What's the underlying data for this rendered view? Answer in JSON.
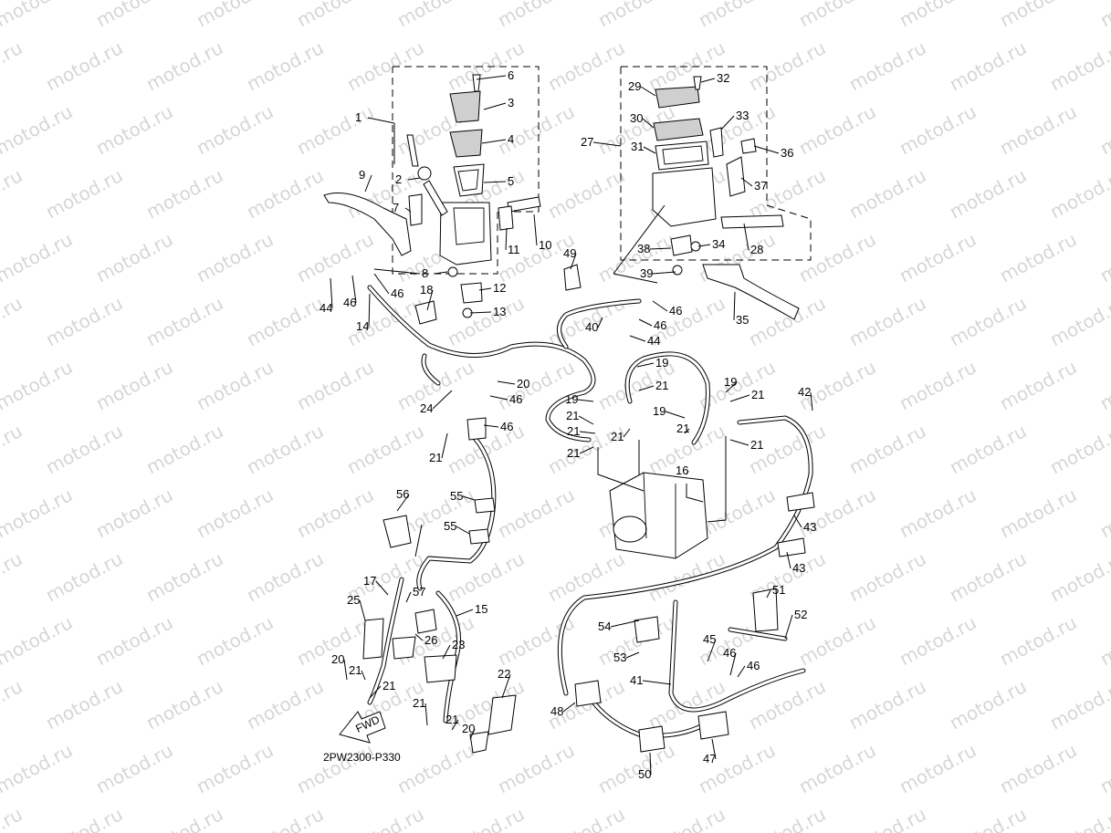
{
  "diagram": {
    "watermark_text": "motod.ru",
    "diagram_code": "2PW2300-P330",
    "fwd_label": "FWD",
    "part_numbers": [
      "1",
      "2",
      "3",
      "4",
      "5",
      "6",
      "7",
      "8",
      "9",
      "10",
      "11",
      "12",
      "13",
      "14",
      "15",
      "16",
      "17",
      "18",
      "19",
      "20",
      "21",
      "22",
      "23",
      "24",
      "25",
      "26",
      "27",
      "28",
      "29",
      "30",
      "31",
      "32",
      "33",
      "34",
      "35",
      "36",
      "37",
      "38",
      "39",
      "40",
      "41",
      "42",
      "43",
      "44",
      "45",
      "46",
      "47",
      "48",
      "49",
      "50",
      "51",
      "52",
      "53",
      "54",
      "55",
      "56",
      "57"
    ],
    "callouts": [
      {
        "n": "6"
      },
      {
        "n": "3"
      },
      {
        "n": "1"
      },
      {
        "n": "4"
      },
      {
        "n": "2"
      },
      {
        "n": "5"
      },
      {
        "n": "9"
      },
      {
        "n": "7"
      },
      {
        "n": "10"
      },
      {
        "n": "11"
      },
      {
        "n": "8"
      },
      {
        "n": "12"
      },
      {
        "n": "44"
      },
      {
        "n": "46"
      },
      {
        "n": "46"
      },
      {
        "n": "18"
      },
      {
        "n": "14"
      },
      {
        "n": "13"
      },
      {
        "n": "29"
      },
      {
        "n": "32"
      },
      {
        "n": "30"
      },
      {
        "n": "33"
      },
      {
        "n": "27"
      },
      {
        "n": "31"
      },
      {
        "n": "36"
      },
      {
        "n": "37"
      },
      {
        "n": "38"
      },
      {
        "n": "34"
      },
      {
        "n": "28"
      },
      {
        "n": "39"
      },
      {
        "n": "49"
      },
      {
        "n": "46"
      },
      {
        "n": "40"
      },
      {
        "n": "46"
      },
      {
        "n": "35"
      },
      {
        "n": "44"
      },
      {
        "n": "19"
      },
      {
        "n": "20"
      },
      {
        "n": "21"
      },
      {
        "n": "46"
      },
      {
        "n": "24"
      },
      {
        "n": "19"
      },
      {
        "n": "19"
      },
      {
        "n": "42"
      },
      {
        "n": "21"
      },
      {
        "n": "21"
      },
      {
        "n": "19"
      },
      {
        "n": "46"
      },
      {
        "n": "21"
      },
      {
        "n": "21"
      },
      {
        "n": "21"
      },
      {
        "n": "21"
      },
      {
        "n": "16"
      },
      {
        "n": "21"
      },
      {
        "n": "21"
      },
      {
        "n": "56"
      },
      {
        "n": "55"
      },
      {
        "n": "43"
      },
      {
        "n": "55"
      },
      {
        "n": "43"
      },
      {
        "n": "17"
      },
      {
        "n": "57"
      },
      {
        "n": "15"
      },
      {
        "n": "25"
      },
      {
        "n": "51"
      },
      {
        "n": "54"
      },
      {
        "n": "52"
      },
      {
        "n": "26"
      },
      {
        "n": "23"
      },
      {
        "n": "53"
      },
      {
        "n": "45"
      },
      {
        "n": "46"
      },
      {
        "n": "20"
      },
      {
        "n": "46"
      },
      {
        "n": "21"
      },
      {
        "n": "22"
      },
      {
        "n": "41"
      },
      {
        "n": "21"
      },
      {
        "n": "21"
      },
      {
        "n": "48"
      },
      {
        "n": "21"
      },
      {
        "n": "20"
      },
      {
        "n": "47"
      },
      {
        "n": "50"
      }
    ]
  }
}
